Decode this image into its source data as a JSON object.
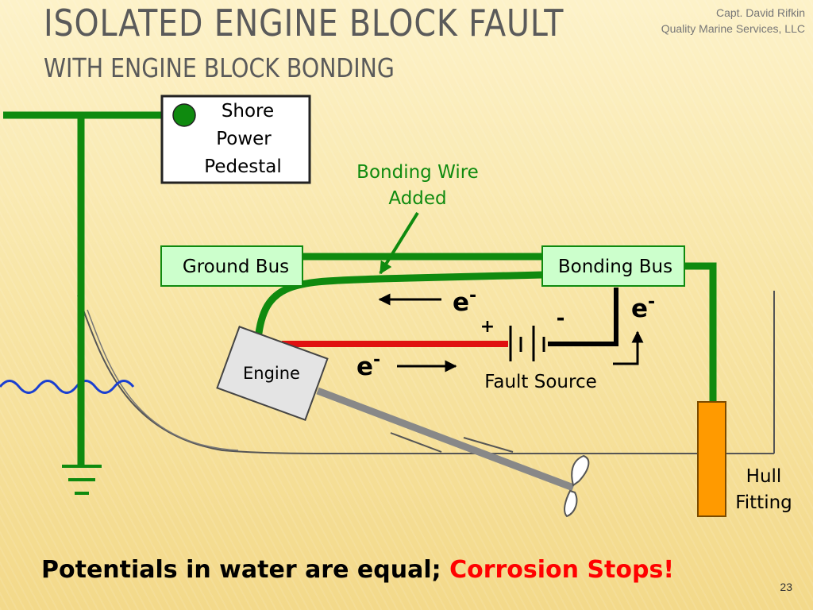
{
  "slide": {
    "title": "ISOLATED ENGINE BLOCK FAULT",
    "subtitle": "WITH ENGINE BLOCK BONDING",
    "author": "Capt. David Rifkin",
    "company": "Quality Marine Services, LLC",
    "slide_number": "23"
  },
  "diagram": {
    "shore_power_lines": [
      "Shore",
      "Power",
      "Pedestal"
    ],
    "bonding_wire_lines": [
      "Bonding Wire",
      "Added"
    ],
    "ground_bus": "Ground Bus",
    "bonding_bus": "Bonding Bus",
    "engine": "Engine",
    "fault_source": "Fault Source",
    "hull_fitting_lines": [
      "Hull",
      "Fitting"
    ],
    "electron_symbol": "e",
    "electron_sup": "-",
    "plus": "+",
    "minus": "-"
  },
  "footer": {
    "text": "Potentials in water are equal;",
    "highlight": "Corrosion Stops!"
  },
  "colors": {
    "wire_green": "#0f8a0f",
    "fault_red": "#e01010",
    "hull_fitting_orange": "#ff9a00",
    "water_blue": "#1a3fd0",
    "highlight_red": "#ff0000"
  }
}
